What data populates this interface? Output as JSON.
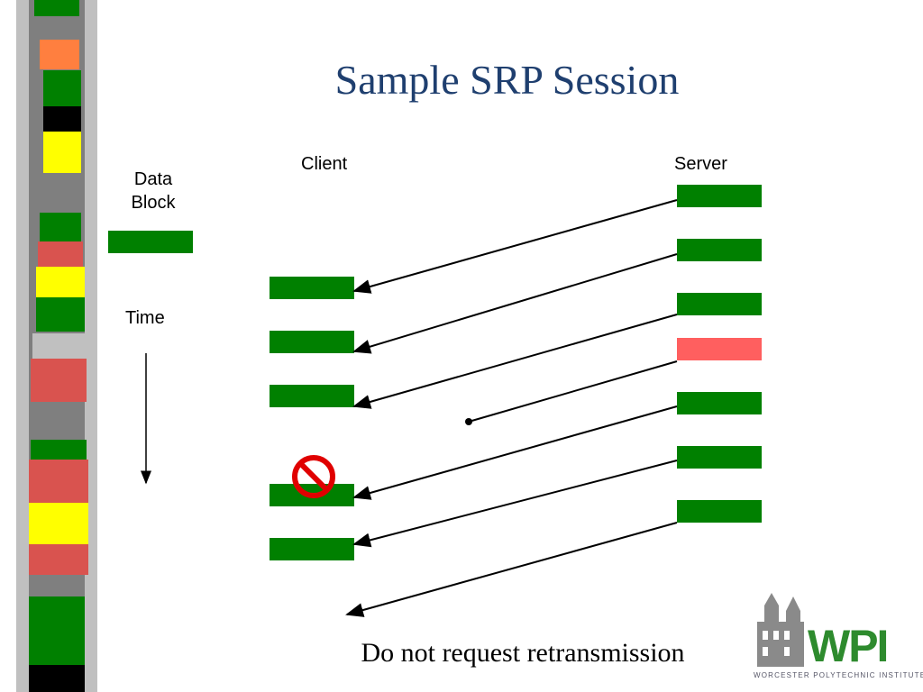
{
  "title": "Sample SRP Session",
  "labels": {
    "client": "Client",
    "server": "Server",
    "legend_line1": "Data",
    "legend_line2": "Block",
    "time": "Time"
  },
  "caption": "Do not request retransmission",
  "logo": {
    "word": "WPI",
    "subtitle": "WORCESTER POLYTECHNIC INSTITUTE"
  },
  "colors": {
    "block_ok": "#008000",
    "block_lost": "#ff5f5f",
    "title": "#1f3f6f",
    "no_symbol": "#e00000"
  },
  "server_blocks": [
    {
      "status": "received"
    },
    {
      "status": "received"
    },
    {
      "status": "received"
    },
    {
      "status": "lost"
    },
    {
      "status": "received"
    },
    {
      "status": "received"
    },
    {
      "status": "received"
    }
  ],
  "client_blocks": [
    {
      "status": "received"
    },
    {
      "status": "received"
    },
    {
      "status": "received"
    },
    {
      "status": "not-requested"
    },
    {
      "status": "received"
    }
  ],
  "icons": {
    "no_symbol": "prohibition-icon",
    "logo": "wpi-building-icon"
  }
}
